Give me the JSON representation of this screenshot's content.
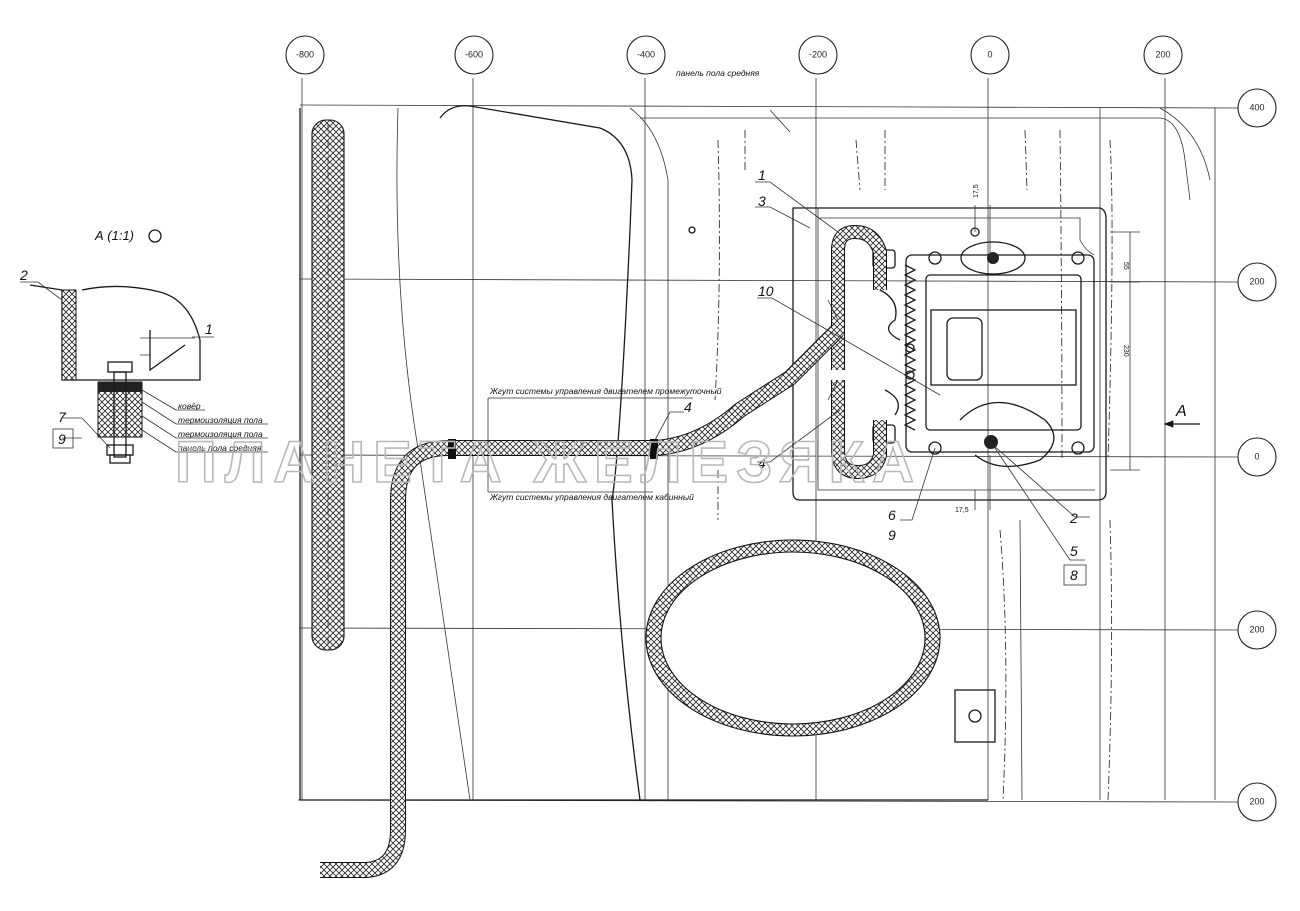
{
  "grid": {
    "top_labels": [
      "-800",
      "-600",
      "-400",
      "-200",
      "0",
      "200"
    ],
    "right_labels": [
      "400",
      "200",
      "0",
      "200",
      "200"
    ]
  },
  "labels": {
    "panel_top": "панель пола средняя",
    "harness_upper": "Жгут системы управления двигателем промежуточный",
    "harness_lower": "Жгут системы управления двигателем кабинный",
    "view_a": "А",
    "section_title": "А (1:1)"
  },
  "section_layers": [
    "ковёр",
    "термоизоляция пола",
    "термоизоляция пола",
    "панель пола средняя"
  ],
  "callouts": [
    "1",
    "3",
    "10",
    "4",
    "4",
    "2",
    "5",
    "8",
    "6",
    "9",
    "2",
    "1",
    "7",
    "9"
  ],
  "dimensions": [
    "17,5",
    "17,5",
    "55",
    "230"
  ],
  "watermark": "ПЛАНЕТА ЖЕЛЕЗЯКА"
}
